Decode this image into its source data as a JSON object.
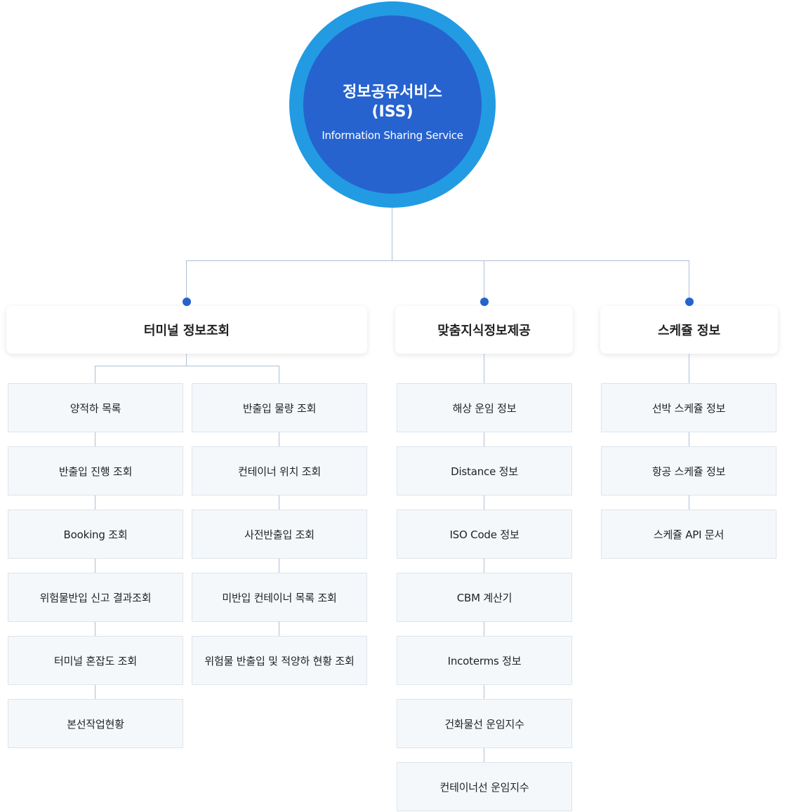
{
  "root": {
    "title": "정보공유서비스",
    "abbr": "(ISS)",
    "subtitle": "Information Sharing Service"
  },
  "categories": [
    {
      "label": "터미널 정보조회",
      "columns": [
        [
          "양적하 목록",
          "반출입 진행 조회",
          "Booking 조회",
          "위험물반입 신고 결과조회",
          "터미널 혼잡도 조회",
          "본선작업현황"
        ],
        [
          "반출입 물량 조회",
          "컨테이너 위치 조회",
          "사전반출입 조회",
          "미반입 컨테이너 목록 조회",
          "위험물 반출입 및 적양하 현황 조회"
        ]
      ]
    },
    {
      "label": "맞춤지식정보제공",
      "columns": [
        [
          "해상 운임 정보",
          "Distance 정보",
          "ISO Code 정보",
          "CBM 계산기",
          "Incoterms 정보",
          "건화물선 운임지수",
          "컨테이너선 운임지수"
        ]
      ]
    },
    {
      "label": "스케쥴 정보",
      "columns": [
        [
          "선박 스케쥴 정보",
          "항공 스케쥴 정보",
          "스케쥴 API 문서"
        ]
      ]
    }
  ]
}
